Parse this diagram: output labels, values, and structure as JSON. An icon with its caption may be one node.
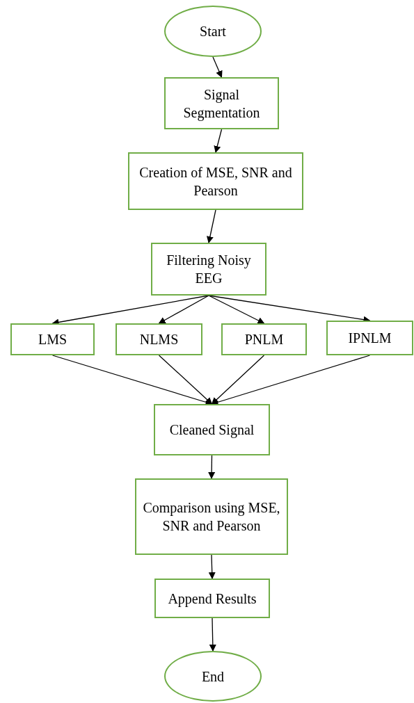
{
  "diagram": {
    "nodes": [
      {
        "text": [
          "Start"
        ]
      },
      {
        "text": [
          "Signal Segmentation"
        ]
      },
      {
        "text": [
          "Creation of MSE, SNR and Pearson"
        ]
      },
      {
        "text": [
          "Filtering Noisy EEG"
        ]
      },
      {
        "text": [
          "LMS"
        ]
      },
      {
        "text": [
          "NLMS"
        ]
      },
      {
        "text": [
          "PNLM"
        ]
      },
      {
        "text": [
          "IPNLM"
        ]
      },
      {
        "text": [
          "Cleaned Signal"
        ]
      },
      {
        "text": [
          "Comparison using MSE, SNR and Pearson"
        ]
      },
      {
        "text": [
          "Append Results"
        ]
      },
      {
        "text": [
          "End"
        ]
      }
    ],
    "edges": [
      {
        "from": 0,
        "to": 1,
        "arrow": "to"
      },
      {
        "from": 1,
        "to": 2,
        "arrow": "to"
      },
      {
        "from": 2,
        "to": 3,
        "arrow": "to"
      },
      {
        "from": 3,
        "to": 4,
        "arrow": "to"
      },
      {
        "from": 3,
        "to": 5,
        "arrow": "to"
      },
      {
        "from": 3,
        "to": 6,
        "arrow": "to"
      },
      {
        "from": 3,
        "to": 7,
        "arrow": "to"
      },
      {
        "from": 4,
        "to": 8,
        "arrow": "to"
      },
      {
        "from": 5,
        "to": 8,
        "arrow": "to"
      },
      {
        "from": 6,
        "to": 8,
        "arrow": "to"
      },
      {
        "from": 7,
        "to": 8,
        "arrow": "to"
      },
      {
        "from": 8,
        "to": 9,
        "arrow": "to"
      },
      {
        "from": 9,
        "to": 10,
        "arrow": "to"
      },
      {
        "from": 10,
        "to": 11,
        "arrow": "to"
      }
    ]
  }
}
